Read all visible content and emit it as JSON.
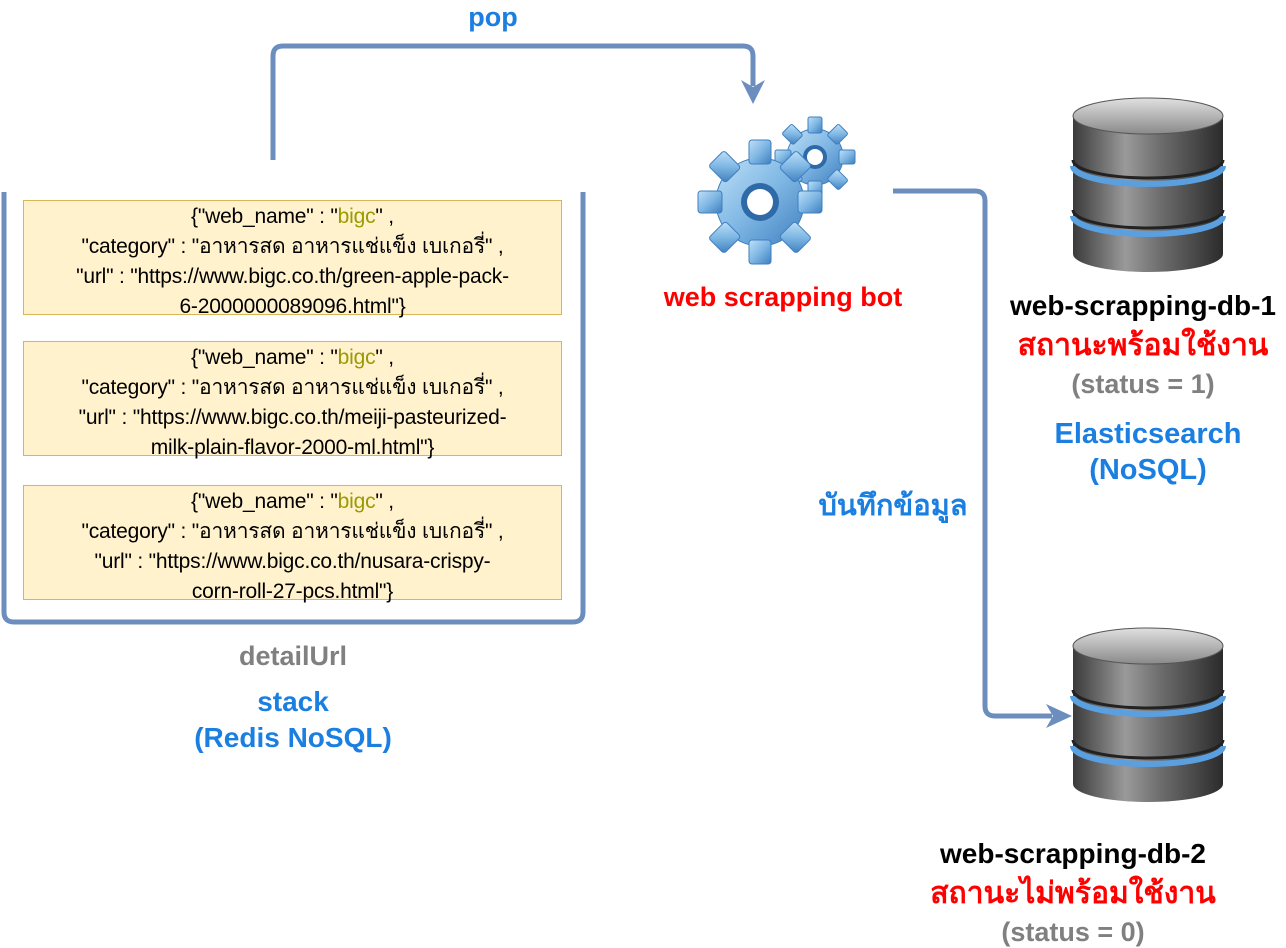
{
  "pop_label": "pop",
  "cards": [
    {
      "line1_prefix": "{\"web_name\" : \"",
      "line1_value": "bigc",
      "line1_suffix": "\" ,",
      "line2": "\"category\" : \"อาหารสด อาหารแช่แข็ง เบเกอรี่\" ,",
      "line3": "\"url\" : \"https://www.bigc.co.th/green-apple-pack-",
      "line4": "6-2000000089096.html\"}"
    },
    {
      "line1_prefix": "{\"web_name\" : \"",
      "line1_value": "bigc",
      "line1_suffix": "\" ,",
      "line2": "\"category\" : \"อาหารสด อาหารแช่แข็ง เบเกอรี่\" ,",
      "line3": "\"url\" : \"https://www.bigc.co.th/meiji-pasteurized-",
      "line4": "milk-plain-flavor-2000-ml.html\"}"
    },
    {
      "line1_prefix": "{\"web_name\" : \"",
      "line1_value": "bigc",
      "line1_suffix": "\" ,",
      "line2": "\"category\" : \"อาหารสด อาหารแช่แข็ง เบเกอรี่\" ,",
      "line3": "\"url\" : \"https://www.bigc.co.th/nusara-crispy-",
      "line4": "corn-roll-27-pcs.html\"}"
    }
  ],
  "detail_label": "detailUrl",
  "stack_label_1": "stack",
  "stack_label_2": "(Redis NoSQL)",
  "bot_label": "web scrapping bot",
  "save_label": "บันทึกข้อมูล",
  "db1": {
    "title": "web-scrapping-db-1",
    "state": "สถานะพร้อมใช้งาน",
    "status": "(status = 1)"
  },
  "es_label_1": "Elasticsearch",
  "es_label_2": "(NoSQL)",
  "db2": {
    "title": "web-scrapping-db-2",
    "state": "สถานะไม่พร้อมใช้งาน",
    "status": "(status = 0)"
  },
  "colors": {
    "connector": "#6c8ebf",
    "card_fill": "#fff2cc",
    "card_border": "#d6b656",
    "accent_blue": "#1a7fe0",
    "alert_red": "#ff0000",
    "muted_gray": "#808080",
    "gear_blue": "#6fa8dc"
  }
}
